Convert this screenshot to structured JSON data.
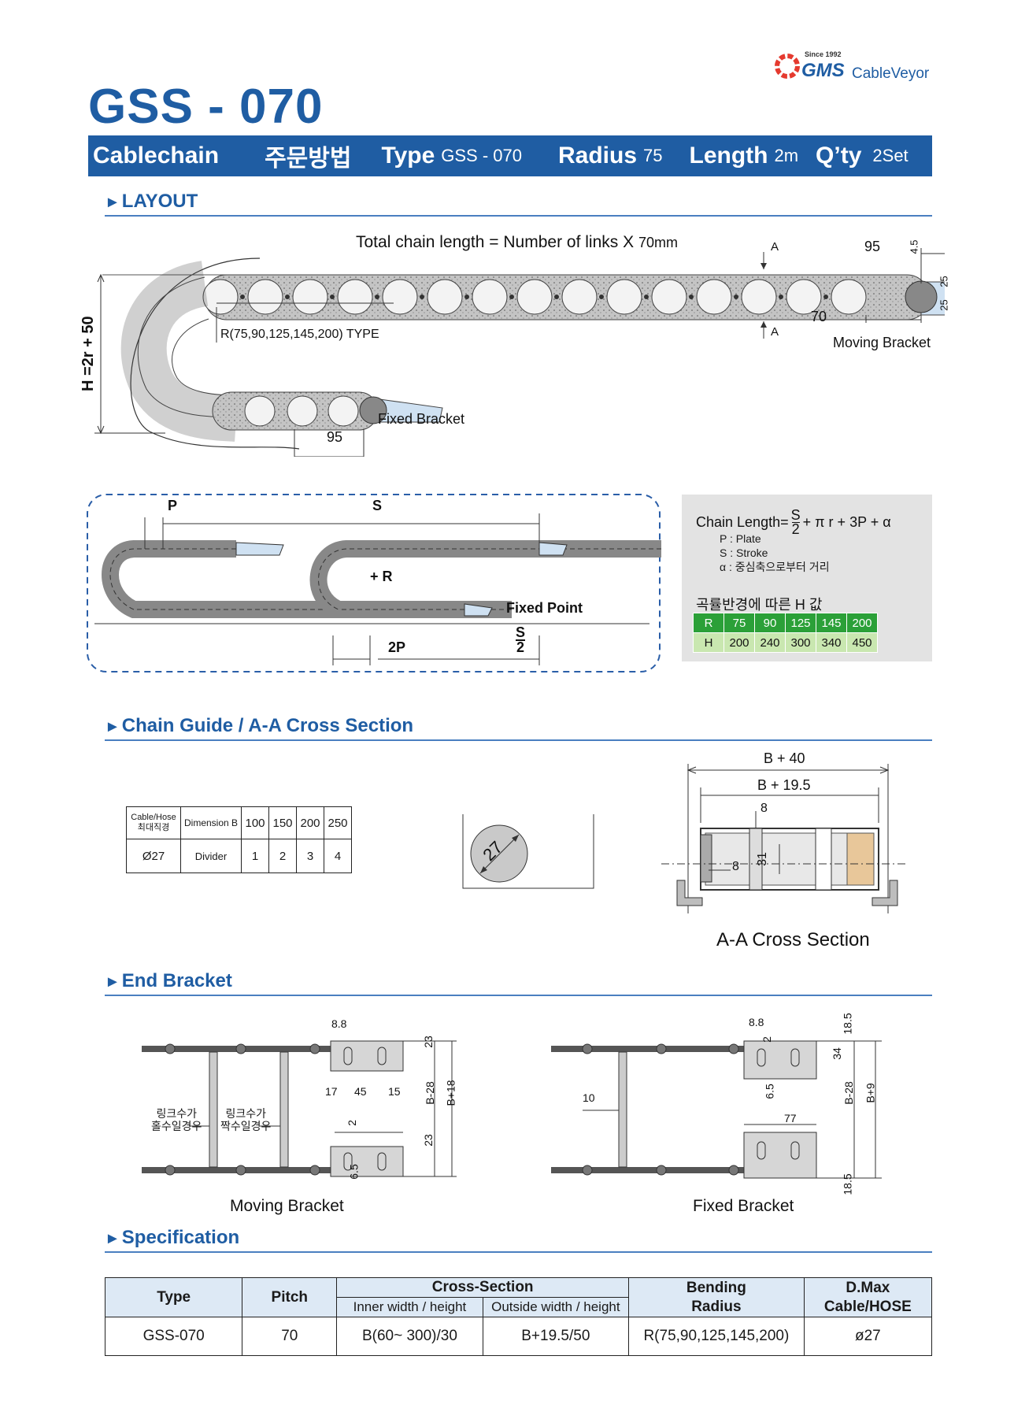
{
  "title": "GSS - 070",
  "logo": {
    "since": "Since 1992",
    "brand": "GMS",
    "product": "CableVeyor"
  },
  "order_bar": {
    "cablechain": "Cablechain",
    "order_method": "주문방법",
    "type_label": "Type",
    "type_value": "GSS - 070",
    "radius_label": "Radius",
    "radius_value": "75",
    "length_label": "Length",
    "length_value": "2m",
    "qty_label": "Q’ty",
    "qty_value": "2Set"
  },
  "sections": {
    "layout": "LAYOUT",
    "chain_guide": "Chain Guide / A-A Cross Section",
    "end_bracket": "End Bracket",
    "specification": "Specification"
  },
  "layout": {
    "total_length": "Total chain length = Number of links X",
    "total_length_unit": "70mm",
    "h_label": "H =2r + 50",
    "radius_type": "R(75,90,125,145,200)  TYPE",
    "fixed_bracket": "Fixed Bracket",
    "moving_bracket": "Moving Bracket",
    "dim_95_top": "95",
    "dim_95_bottom": "95",
    "dim_70": "70",
    "dim_45": "4.5",
    "dim_25a": "25",
    "dim_25b": "25",
    "section_a_top": "A",
    "section_a_bottom": "A"
  },
  "stroke_diagram": {
    "p": "P",
    "s": "S",
    "plus_r": "+ R",
    "fixed_point": "Fixed Point",
    "two_p": "2P",
    "s_num": "S",
    "s_den": "2"
  },
  "formula": {
    "prefix": "Chain Length",
    "num": "S",
    "den": "2",
    "suffix": "+ π r + 3P + α",
    "notes": [
      "P : Plate",
      "S : Stroke",
      "α : 중심축으로부터 거리"
    ],
    "table_title": "곡률반경에 따른 H 값",
    "r_row": [
      "R",
      "75",
      "90",
      "125",
      "145",
      "200"
    ],
    "h_row": [
      "H",
      "200",
      "240",
      "300",
      "340",
      "450"
    ]
  },
  "divider_table": {
    "h1a": "Cable/Hose",
    "h1b": "최대직경",
    "h2": "Dimension B",
    "widths": [
      "100",
      "150",
      "200",
      "250"
    ],
    "row_label": "Ø27",
    "row_type": "Divider",
    "counts": [
      "1",
      "2",
      "3",
      "4"
    ]
  },
  "cable_circle": {
    "dia": "27"
  },
  "cross_section": {
    "b40": "B + 40",
    "b195": "B + 19.5",
    "d8a": "8",
    "d31": "31",
    "d8b": "8",
    "caption": "A-A Cross Section"
  },
  "end_bracket": {
    "moving": {
      "caption": "Moving Bracket",
      "odd_links": [
        "링크수가",
        "홀수일경우"
      ],
      "even_links": [
        "링크수가",
        "짝수일경우"
      ],
      "d88": "8.8",
      "d23a": "23",
      "d23b": "23",
      "b28": "B-28",
      "b18": "B+18",
      "d17": "17",
      "d45": "45",
      "d15": "15",
      "d2": "2",
      "d65": "6.5"
    },
    "fixed": {
      "caption": "Fixed Bracket",
      "d88": "8.8",
      "d2": "2",
      "d185a": "18.5",
      "d34": "34",
      "d65": "6.5",
      "b28": "B-28",
      "b9": "B+9",
      "d10": "10",
      "d77": "77",
      "d185b": "18.5"
    }
  },
  "spec": {
    "headers": {
      "type": "Type",
      "pitch": "Pitch",
      "cross": "Cross-Section",
      "inner": "Inner width / height",
      "outer": "Outside width / height",
      "bending": "Bending",
      "radius": "Radius",
      "dmax": "D.Max",
      "cable": "Cable/HOSE"
    },
    "row": {
      "type": "GSS-070",
      "pitch": "70",
      "inner": "B(60~ 300)/30",
      "outer": "B+19.5/50",
      "radius": "R(75,90,125,145,200)",
      "dmax": "ø27"
    }
  },
  "colors": {
    "brand_blue": "#1f5da3",
    "link_gray": "#c6c6c6",
    "bracket_blue": "#cfe1f2",
    "green": "#2ba038",
    "light_green": "#c9e7b0",
    "logo_red": "#e53a2f"
  }
}
